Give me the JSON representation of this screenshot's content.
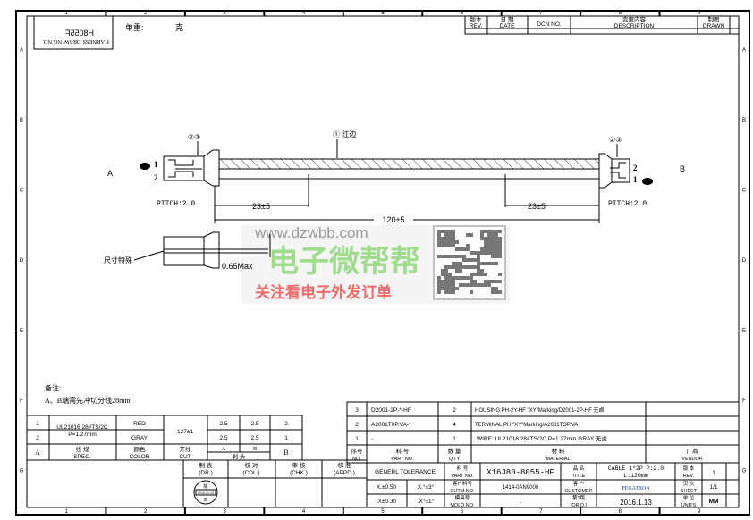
{
  "header": {
    "drawing_no": "H8055F",
    "drawing_no_label": "HARNESS DRAWING NO.",
    "weight_label": "单重:",
    "weight_unit": "克",
    "zones": [
      "1",
      "2",
      "3",
      "4",
      "5",
      "6",
      "7",
      "8",
      "9"
    ],
    "rows": [
      "A",
      "B",
      "C",
      "D",
      "E",
      "F",
      "G"
    ]
  },
  "revision_table": {
    "headers": [
      {
        "cn": "版本",
        "en": "REV."
      },
      {
        "cn": "日 期",
        "en": "DATE"
      },
      {
        "cn": "",
        "en": "DCN NO."
      },
      {
        "cn": "变更内容",
        "en": "DESCRIPTION"
      },
      {
        "cn": "制图",
        "en": "DRAWN"
      }
    ]
  },
  "drawing": {
    "end_a": "A",
    "end_b": "B",
    "pins_a": [
      "1",
      "2"
    ],
    "pins_b": [
      "2",
      "1"
    ],
    "callout_connector": "②③",
    "callout_wire": "① 红边",
    "pitch": "PITCH:2.0",
    "strip_dim": "23±5",
    "total_dim": "120±5",
    "special_size": "尺寸特殊",
    "thickness": "0.65Max"
  },
  "watermark": {
    "url": "www.dzwbb.com",
    "name": "电子微帮帮",
    "slogan": "关注看电子外发订单"
  },
  "notes": {
    "title": "备注:",
    "text": "A、B端需先冲切分线28mm"
  },
  "wire_table": {
    "rows": [
      {
        "no": "1",
        "spec": "UL21016 28#TS/2C",
        "spec2": "P=1.27mm",
        "color": "RED",
        "cut": "127±1",
        "a": "2.5",
        "b": "2.5",
        "end": "2"
      },
      {
        "no": "2",
        "spec": "",
        "spec2": "",
        "color": "GRAY",
        "cut": "",
        "a": "2.5",
        "b": "2.5",
        "end": "1"
      }
    ],
    "header": {
      "no": "A",
      "spec_cn": "线 规",
      "spec_en": "SPEC.",
      "color_cn": "颜色",
      "color_en": "COLOR",
      "cut_cn": "开线",
      "cut_en": "CUT",
      "a": "A",
      "b": "B",
      "strip": "剥 头",
      "end": "B"
    }
  },
  "signatures": {
    "drawn": {
      "cn": "制 表",
      "en": "(DR.)"
    },
    "checked": {
      "cn": "校 对",
      "en": "(CDL.)"
    },
    "reviewed": {
      "cn": "审 核",
      "en": "(CHK.)"
    },
    "approved": {
      "cn": "核 准",
      "en": "(APPD.)"
    },
    "stamp_top": "陈",
    "stamp_date": "2016-01-13",
    "stamp_bottom": "双"
  },
  "bom": {
    "rows": [
      {
        "no": "3",
        "part": "D2001-2P-*-HF",
        "qty": "2",
        "material": "HOUSING:PH-2Y-HF \"XY\"Marking/D2001-2P-HF 无卤",
        "vendor": ""
      },
      {
        "no": "2",
        "part": "A2001T0P.VA-*",
        "qty": "4",
        "material": "TERMINAL:PH \"XY\"Marking/A2001TOP.VA",
        "vendor": ""
      },
      {
        "no": "1",
        "part": "-",
        "qty": "1",
        "material": "WIRE: UL21016 28#TS/2C P=1.27mm GRAY 无卤",
        "vendor": ""
      }
    ],
    "header": {
      "no_cn": "序号",
      "no_en": "NO.",
      "part_cn": "料 号",
      "part_en": "PART NO.",
      "qty_cn": "数 量",
      "qty_en": "Q'TY",
      "mat_cn": "材 料",
      "mat_en": "MATERIAL",
      "vendor_cn": "厂商",
      "vendor_en": "VENDOR"
    }
  },
  "title_block": {
    "tolerance_label": "GENERL TOLERANCE",
    "tol1": "X.±0.50",
    "tol2": "X.°±3°",
    "tol3": ".X±0.30",
    "tol4": ".X°±1°",
    "part_no_label_cn": "料 号",
    "part_no_label_en": "PART NO.",
    "part_no": "X16J80-8055-HF",
    "cust_no_label_cn": "客户料号",
    "cust_no_label_en": "CUTM.NO.",
    "cust_no": "1414-0AN9000",
    "mold_label_cn": "模具号",
    "mold_label_en": "MOLD.NO.",
    "mold_no": "-",
    "title_label_cn": "品 名",
    "title_label_en": "TITLE",
    "title": "CABLE 1*2P P:2.0",
    "title2": "L:120mm",
    "customer_label_cn": "客 户",
    "customer_label_en": "CUSTOMER",
    "customer": "PEGATRON",
    "date_label_cn": "第1版",
    "date_label_en": "(OR.D.)",
    "date": "2016.1.13",
    "rev_label_cn": "版 本",
    "rev_label_en": "REV.",
    "rev": "1",
    "sheet_label_cn": "页 次",
    "sheet_label_en": "SHEET",
    "sheet": "1/1",
    "units_label_cn": "单 位",
    "units_label_en": "UNITS",
    "units": "MM"
  }
}
